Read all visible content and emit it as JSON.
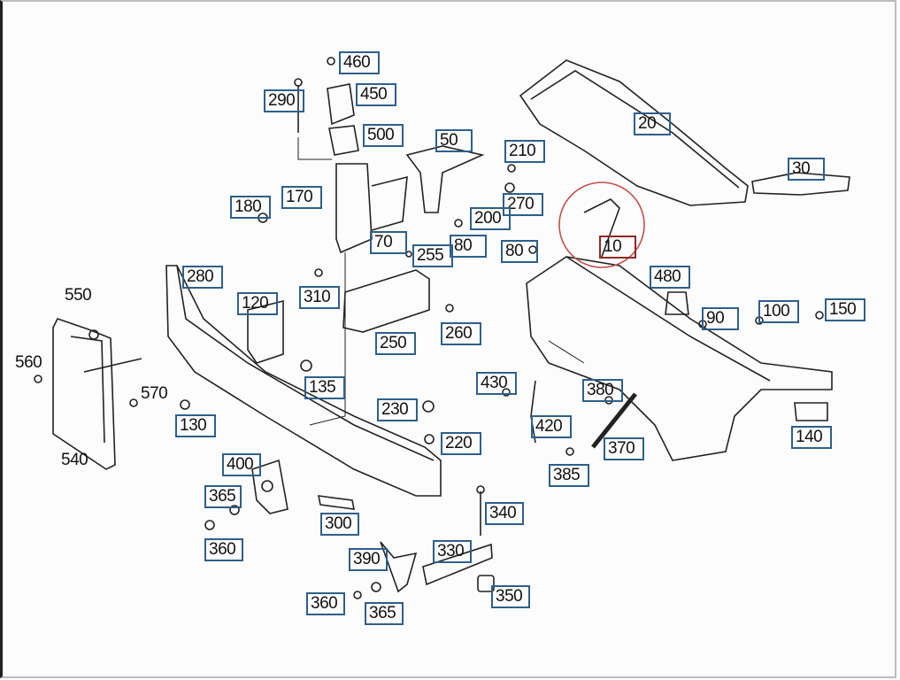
{
  "diagram": {
    "title": "",
    "highlight": {
      "part": "10",
      "color": "#c0504d"
    },
    "box_color": "#2f5f8a",
    "labels": [
      {
        "id": "460",
        "text": "460",
        "style": "boxed"
      },
      {
        "id": "290",
        "text": "290",
        "style": "boxed"
      },
      {
        "id": "450",
        "text": "450",
        "style": "boxed"
      },
      {
        "id": "500",
        "text": "500",
        "style": "boxed"
      },
      {
        "id": "50",
        "text": "50",
        "style": "boxed"
      },
      {
        "id": "210",
        "text": "210",
        "style": "boxed"
      },
      {
        "id": "20",
        "text": "20",
        "style": "boxed"
      },
      {
        "id": "30",
        "text": "30",
        "style": "boxed"
      },
      {
        "id": "180",
        "text": "180",
        "style": "boxed"
      },
      {
        "id": "170",
        "text": "170",
        "style": "boxed"
      },
      {
        "id": "270",
        "text": "270",
        "style": "boxed"
      },
      {
        "id": "200",
        "text": "200",
        "style": "boxed"
      },
      {
        "id": "10",
        "text": "10",
        "style": "red"
      },
      {
        "id": "70",
        "text": "70",
        "style": "boxed"
      },
      {
        "id": "80a",
        "text": "80",
        "style": "boxed"
      },
      {
        "id": "80b",
        "text": "80",
        "style": "boxed"
      },
      {
        "id": "255",
        "text": "255",
        "style": "boxed"
      },
      {
        "id": "280",
        "text": "280",
        "style": "boxed"
      },
      {
        "id": "480",
        "text": "480",
        "style": "boxed"
      },
      {
        "id": "310",
        "text": "310",
        "style": "boxed"
      },
      {
        "id": "120",
        "text": "120",
        "style": "boxed"
      },
      {
        "id": "550",
        "text": "550",
        "style": "plain"
      },
      {
        "id": "90",
        "text": "90",
        "style": "boxed"
      },
      {
        "id": "100",
        "text": "100",
        "style": "boxed"
      },
      {
        "id": "150",
        "text": "150",
        "style": "boxed"
      },
      {
        "id": "260",
        "text": "260",
        "style": "boxed"
      },
      {
        "id": "250",
        "text": "250",
        "style": "boxed"
      },
      {
        "id": "560",
        "text": "560",
        "style": "plain"
      },
      {
        "id": "135",
        "text": "135",
        "style": "boxed"
      },
      {
        "id": "430",
        "text": "430",
        "style": "boxed"
      },
      {
        "id": "380",
        "text": "380",
        "style": "boxed"
      },
      {
        "id": "570",
        "text": "570",
        "style": "plain"
      },
      {
        "id": "230",
        "text": "230",
        "style": "boxed"
      },
      {
        "id": "130",
        "text": "130",
        "style": "boxed"
      },
      {
        "id": "420",
        "text": "420",
        "style": "boxed"
      },
      {
        "id": "140",
        "text": "140",
        "style": "boxed"
      },
      {
        "id": "220",
        "text": "220",
        "style": "boxed"
      },
      {
        "id": "370",
        "text": "370",
        "style": "boxed"
      },
      {
        "id": "540",
        "text": "540",
        "style": "plain"
      },
      {
        "id": "400",
        "text": "400",
        "style": "boxed"
      },
      {
        "id": "385",
        "text": "385",
        "style": "boxed"
      },
      {
        "id": "365a",
        "text": "365",
        "style": "boxed"
      },
      {
        "id": "300",
        "text": "300",
        "style": "boxed"
      },
      {
        "id": "340",
        "text": "340",
        "style": "boxed"
      },
      {
        "id": "360a",
        "text": "360",
        "style": "boxed"
      },
      {
        "id": "390",
        "text": "390",
        "style": "boxed"
      },
      {
        "id": "330",
        "text": "330",
        "style": "boxed"
      },
      {
        "id": "350",
        "text": "350",
        "style": "boxed"
      },
      {
        "id": "360b",
        "text": "360",
        "style": "boxed"
      },
      {
        "id": "365b",
        "text": "365",
        "style": "boxed"
      }
    ]
  }
}
